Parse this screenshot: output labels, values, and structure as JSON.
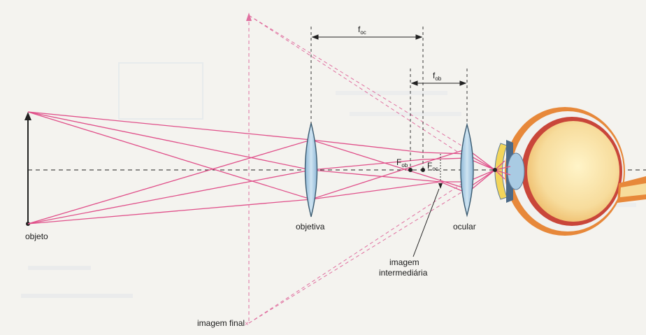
{
  "labels": {
    "f_oc": "f",
    "f_oc_sub": "oc",
    "f_ob": "f",
    "f_ob_sub": "ob",
    "F_ob": "F",
    "F_ob_sub": "ob",
    "F_oc": "F",
    "F_oc_sub": "oc",
    "objeto": "objeto",
    "objetiva": "objetiva",
    "ocular": "ocular",
    "imagem_intermediaria_1": "imagem",
    "imagem_intermediaria_2": "intermediária",
    "imagem_final": "imagem final"
  },
  "colors": {
    "ray": "#e0508a",
    "dashed_ray": "#e070a0",
    "axis": "#222222",
    "lens_fill": "#a9cbe3",
    "lens_stroke": "#39596f",
    "eye_sclera": "#f7dc9c",
    "eye_outer": "#e7883a"
  }
}
